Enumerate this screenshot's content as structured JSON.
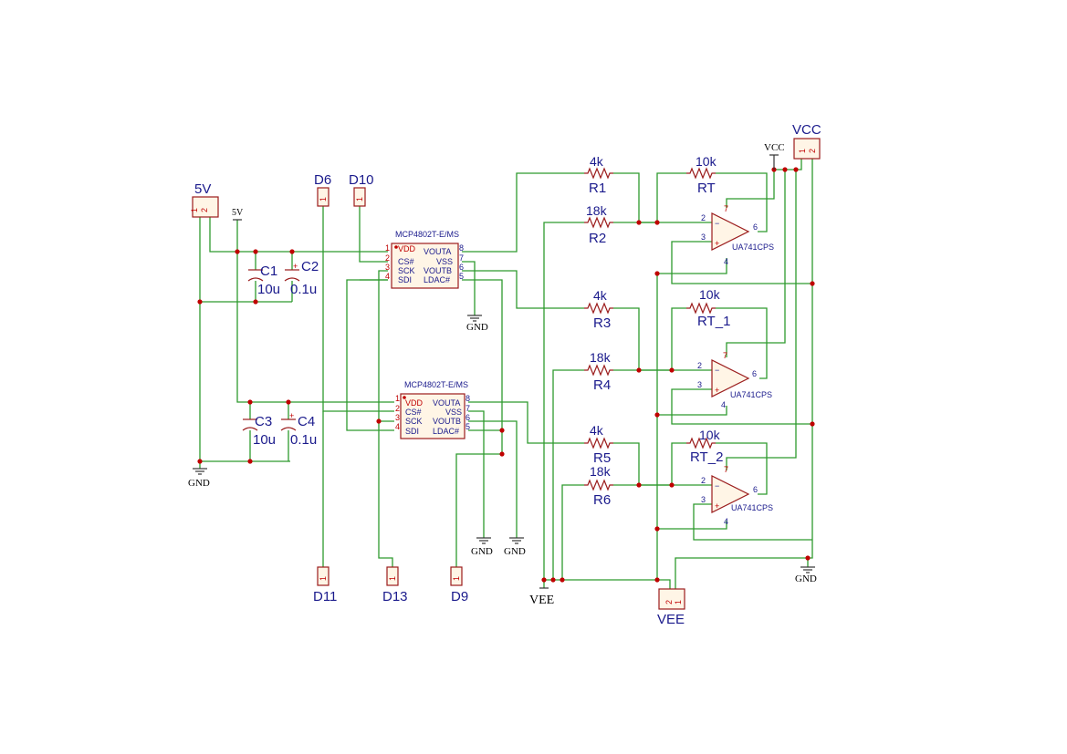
{
  "connectors": {
    "p5v": {
      "ref": "5V",
      "pin1": "1",
      "pin2": "2"
    },
    "vcc": {
      "ref": "VCC",
      "pin1": "1",
      "pin2": "2"
    },
    "vee": {
      "ref": "VEE",
      "pin1": "1",
      "pin2": "2"
    },
    "d6": {
      "ref": "D6",
      "pin": "1"
    },
    "d10": {
      "ref": "D10",
      "pin": "1"
    },
    "d11": {
      "ref": "D11",
      "pin": "1"
    },
    "d13": {
      "ref": "D13",
      "pin": "1"
    },
    "d9": {
      "ref": "D9",
      "pin": "1"
    }
  },
  "power": {
    "five_v": "5V",
    "vcc": "VCC",
    "gnd": "GND",
    "vee": "VEE"
  },
  "capacitors": [
    {
      "ref": "C1",
      "value": "10u"
    },
    {
      "ref": "C2",
      "value": "0.1u"
    },
    {
      "ref": "C3",
      "value": "10u"
    },
    {
      "ref": "C4",
      "value": "0.1u"
    }
  ],
  "resistors": [
    {
      "ref": "R1",
      "value": "4k"
    },
    {
      "ref": "R2",
      "value": "18k"
    },
    {
      "ref": "R3",
      "value": "4k"
    },
    {
      "ref": "R4",
      "value": "18k"
    },
    {
      "ref": "R5",
      "value": "4k"
    },
    {
      "ref": "R6",
      "value": "18k"
    },
    {
      "ref": "RT",
      "value": "10k"
    },
    {
      "ref": "RT_1",
      "value": "10k"
    },
    {
      "ref": "RT_2",
      "value": "10k"
    }
  ],
  "dacs": [
    {
      "part": "MCP4802T-E/MS",
      "left_pins": [
        "VDD",
        "CS#",
        "SCK",
        "SDI"
      ],
      "left_nums": [
        "1",
        "2",
        "3",
        "4"
      ],
      "right_pins": [
        "VOUTA",
        "VSS",
        "VOUTB",
        "LDAC#"
      ],
      "right_nums": [
        "8",
        "7",
        "6",
        "5"
      ]
    },
    {
      "part": "MCP4802T-E/MS",
      "left_pins": [
        "VDD",
        "CS#",
        "SCK",
        "SDI"
      ],
      "left_nums": [
        "1",
        "2",
        "3",
        "4"
      ],
      "right_pins": [
        "VOUTA",
        "VSS",
        "VOUTB",
        "LDAC#"
      ],
      "right_nums": [
        "8",
        "7",
        "6",
        "5"
      ]
    }
  ],
  "opamps": [
    {
      "part": "UA741CPS",
      "pins": {
        "inv": "2",
        "noninv": "3",
        "out": "6",
        "vpos": "7",
        "vneg": "4"
      },
      "inv_sign": "−",
      "noninv_sign": "+"
    },
    {
      "part": "UA741CPS",
      "pins": {
        "inv": "2",
        "noninv": "3",
        "out": "6",
        "vpos": "7",
        "vneg": "4"
      },
      "inv_sign": "−",
      "noninv_sign": "+"
    },
    {
      "part": "UA741CPS",
      "pins": {
        "inv": "2",
        "noninv": "3",
        "out": "6",
        "vpos": "7",
        "vneg": "4"
      },
      "inv_sign": "−",
      "noninv_sign": "+"
    }
  ],
  "cap_polarity": "+"
}
